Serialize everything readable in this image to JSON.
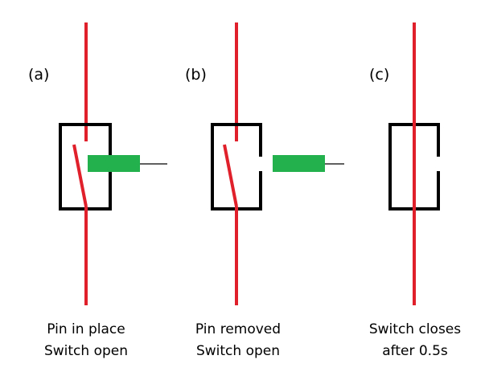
{
  "panels": [
    {
      "id": "a",
      "label": "(a)",
      "caption_line1": "Pin in place",
      "caption_line2": "Switch open",
      "pin_inserted": true,
      "switch_closed": false
    },
    {
      "id": "b",
      "label": "(b)",
      "caption_line1": "Pin removed",
      "caption_line2": "Switch open",
      "pin_inserted": false,
      "switch_closed": false
    },
    {
      "id": "c",
      "label": "(c)",
      "caption_line1": "Switch closes",
      "caption_line2": "after 0.5s",
      "pin_present": false,
      "switch_closed": true
    }
  ],
  "colors": {
    "wire": "#e0212b",
    "pin": "#22b14c",
    "outline": "#000000",
    "background": "#ffffff"
  }
}
